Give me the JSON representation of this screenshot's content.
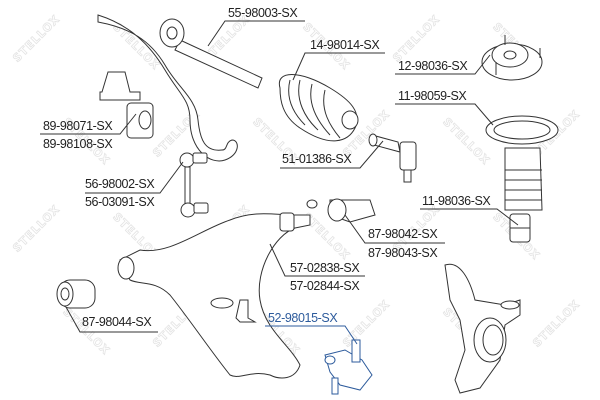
{
  "watermark": "STELLOX",
  "colors": {
    "line": "#333333",
    "highlight": "#2d5b9c",
    "watermark": "#e4e4e4"
  },
  "labels": {
    "tie_rod": "55-98003-SX",
    "boot": "14-98014-SX",
    "strut_mount": "12-98036-SX",
    "dust_cover": "11-98059-SX",
    "stab_bush_1": "89-98071-SX",
    "stab_bush_2": "89-98108-SX",
    "tie_rod_end": "51-01386-SX",
    "stab_link_1": "56-98002-SX",
    "stab_link_2": "56-03091-SX",
    "bump_stop": "11-98036-SX",
    "arm_bush_1": "87-98042-SX",
    "arm_bush_2": "87-98043-SX",
    "control_arm_1": "57-02838-SX",
    "control_arm_2": "57-02844-SX",
    "ball_joint": "52-98015-SX",
    "rear_bush": "87-98044-SX"
  }
}
